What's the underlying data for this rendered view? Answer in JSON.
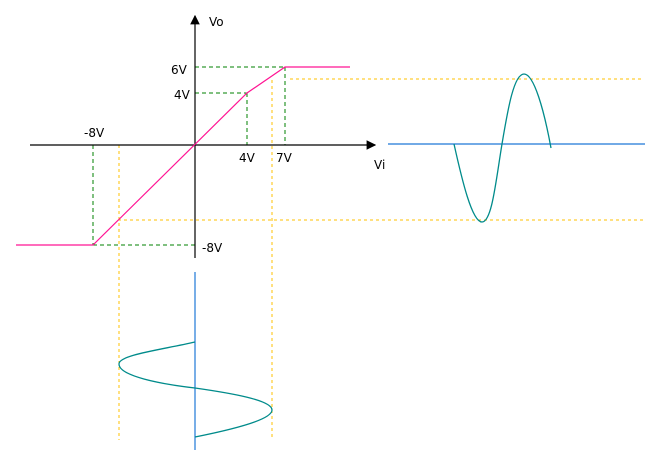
{
  "axes": {
    "y_label": "Vo",
    "x_label": "Vi"
  },
  "tick_labels": {
    "vo_6": "6V",
    "vo_4": "4V",
    "vi_neg8": "-8V",
    "vi_4": "4V",
    "vi_7": "7V",
    "vo_neg8": "-8V"
  },
  "transfer_curve": {
    "points_vi_vo": [
      [
        -14,
        -8
      ],
      [
        -8,
        -8
      ],
      [
        4,
        4
      ],
      [
        7,
        6
      ],
      [
        12,
        6
      ]
    ]
  },
  "colors": {
    "transfer": "#ff1493",
    "guides": "#008000",
    "projection": "#ffc000",
    "signal_axis": "#1e78d7",
    "signal": "#008b8b"
  }
}
